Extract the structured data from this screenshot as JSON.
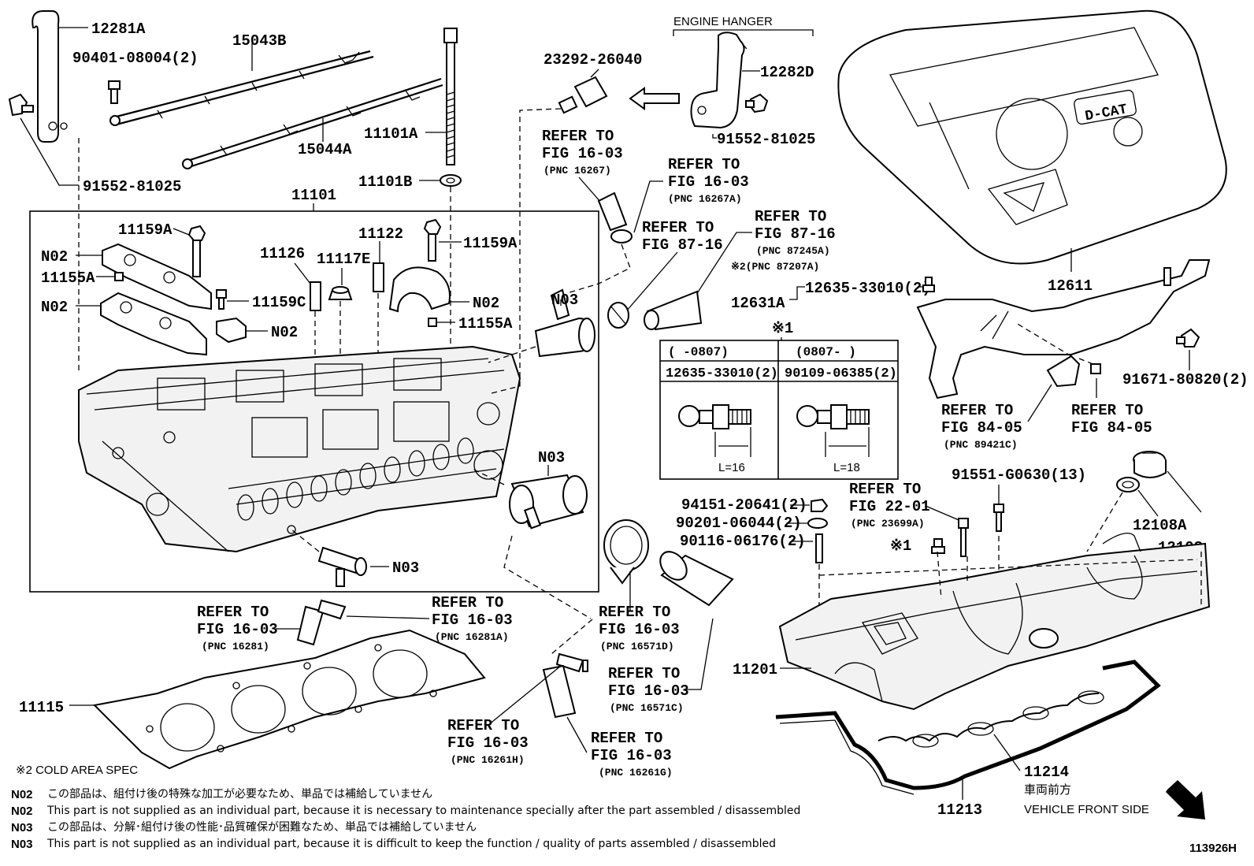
{
  "labels": {
    "p12281A": "12281A",
    "p90401": "90401-08004(2)",
    "p15043B": "15043B",
    "p15044A": "15044A",
    "p91552a": "91552-81025",
    "p11101A": "11101A",
    "p11101B": "11101B",
    "p11101": "11101",
    "p11159A_1": "11159A",
    "p11159A_2": "11159A",
    "p11155A_1": "11155A",
    "p11155A_2": "11155A",
    "p11159C": "11159C",
    "p11126": "11126",
    "p11117E": "11117E",
    "p11122": "11122",
    "n02_1": "N02",
    "n02_2": "N02",
    "n02_3": "N02",
    "n02_4": "N02",
    "n03_1": "N03",
    "n03_2": "N03",
    "n03_3": "N03",
    "p23292": "23292-26040",
    "engine_hanger": "ENGINE HANGER",
    "p12282D": "12282D",
    "p91552b": "91552-81025",
    "p12611": "12611",
    "p12631A": "12631A",
    "p12635a": "12635-33010(2)",
    "p91671": "91671-80820(2)",
    "p91551": "91551-G0630(13)",
    "p12108A": "12108A",
    "p12108": "12108",
    "p94151": "94151-20641(2)",
    "p90201": "90201-06044(2)",
    "p90116": "90116-06176(2)",
    "p11201": "11201",
    "p11214": "11214",
    "p11213": "11213",
    "p11115": "11115",
    "mark1": "※1",
    "mark1b": "※1"
  },
  "refs": {
    "r16267": [
      "REFER TO",
      "FIG 16-03",
      "(PNC 16267)"
    ],
    "r16267A": [
      "REFER TO",
      "FIG 16-03",
      "(PNC 16267A)"
    ],
    "r8716a": [
      "REFER TO",
      "FIG 87-16"
    ],
    "r8716b": [
      "REFER TO",
      "FIG 87-16",
      "(PNC 87245A)",
      "※2(PNC 87207A)"
    ],
    "r8405a": [
      "REFER TO",
      "FIG 84-05",
      "(PNC 89421C)"
    ],
    "r8405b": [
      "REFER TO",
      "FIG 84-05"
    ],
    "r2201": [
      "REFER TO",
      "FIG 22-01",
      "(PNC 23699A)"
    ],
    "r16281": [
      "REFER TO",
      "FIG 16-03",
      "(PNC 16281)"
    ],
    "r16281A": [
      "REFER TO",
      "FIG 16-03",
      "(PNC 16281A)"
    ],
    "r16571D": [
      "REFER TO",
      "FIG 16-03",
      "(PNC 16571D)"
    ],
    "r16571C": [
      "REFER TO",
      "FIG 16-03",
      "(PNC 16571C)"
    ],
    "r16261H": [
      "REFER TO",
      "FIG 16-03",
      "(PNC 16261H)"
    ],
    "r16261G": [
      "REFER TO",
      "FIG 16-03",
      "(PNC 16261G)"
    ]
  },
  "inset": {
    "col1_header": "(    -0807)",
    "col2_header": "(0807-     )",
    "col1_part": "12635-33010(2)",
    "col2_part": "90109-06385(2)",
    "col1_length": "L=16",
    "col2_length": "L=18"
  },
  "cover_logo": "D-CAT",
  "cold_spec": "※2 COLD AREA SPEC",
  "front": {
    "jp": "車両前方",
    "en": "VEHICLE FRONT SIDE"
  },
  "notes": [
    {
      "code": "N02",
      "text": "この部品は、組付け後の特殊な加工が必要なため、単品では補給していません"
    },
    {
      "code": "N02",
      "text": "This part is not supplied as an individual part, because it is necessary to maintenance specially after the part assembled / disassembled"
    },
    {
      "code": "N03",
      "text": "この部品は、分解･組付け後の性能･品質確保が困難なため、単品では補給していません"
    },
    {
      "code": "N03",
      "text": "This part is not supplied as an individual part, because it is difficult to keep the function / quality of parts  assembled / disassembled"
    }
  ],
  "illustration_id": "113926H"
}
